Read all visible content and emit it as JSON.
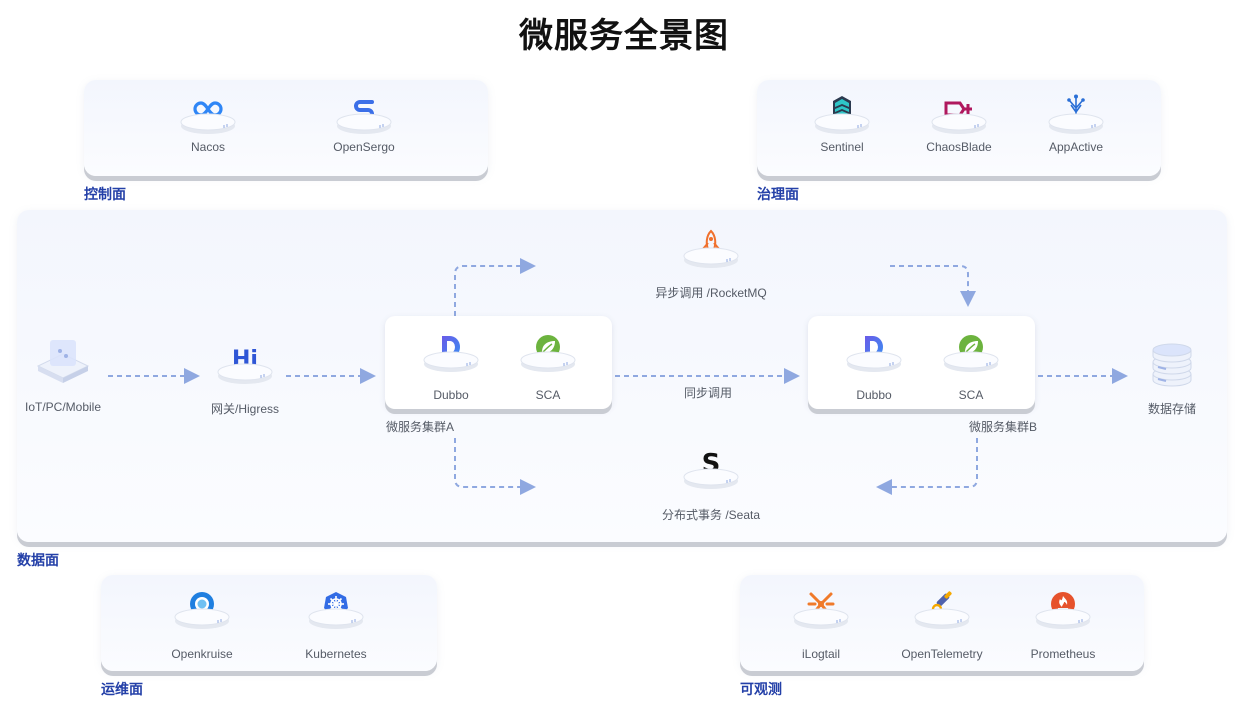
{
  "title": "微服务全景图",
  "panels": {
    "control": {
      "label": "控制面",
      "items": [
        "Nacos",
        "OpenSergo"
      ]
    },
    "governance": {
      "label": "治理面",
      "items": [
        "Sentinel",
        "ChaosBlade",
        "AppActive"
      ]
    },
    "data": {
      "label": "数据面"
    },
    "ops": {
      "label": "运维面",
      "items": [
        "Openkruise",
        "Kubernetes"
      ]
    },
    "observability": {
      "label": "可观测",
      "items": [
        "iLogtail",
        "OpenTelemetry",
        "Prometheus"
      ]
    }
  },
  "dataplane": {
    "client": "IoT/PC/Mobile",
    "gateway": "网关/Higress",
    "cluster_a": {
      "label": "微服务集群A",
      "items": [
        "Dubbo",
        "SCA"
      ]
    },
    "cluster_b": {
      "label": "微服务集群B",
      "items": [
        "Dubbo",
        "SCA"
      ]
    },
    "async": "异步调用 /RocketMQ",
    "sync": "同步调用",
    "tx": "分布式事务 /Seata",
    "storage": "数据存储",
    "gateway_logo": "Hi",
    "seata_logo": "S"
  },
  "icons": {
    "nacos": "infinity-icon",
    "opensergo": "s-logo-icon",
    "sentinel": "sentinel-icon",
    "chaosblade": "chaosblade-icon",
    "appactive": "appactive-icon",
    "rocketmq": "rocket-icon",
    "dubbo": "dubbo-icon",
    "sca": "spring-leaf-icon",
    "seata": "seata-icon",
    "openkruise": "openkruise-icon",
    "kubernetes": "kubernetes-helm-icon",
    "ilogtail": "ilogtail-icon",
    "opentelemetry": "telescope-icon",
    "prometheus": "prometheus-flame-icon",
    "storage": "database-icon",
    "client": "devices-cube-icon"
  },
  "colors": {
    "label": "#2440a8",
    "arrow": "#8fa8e0",
    "text": "#555b66"
  }
}
